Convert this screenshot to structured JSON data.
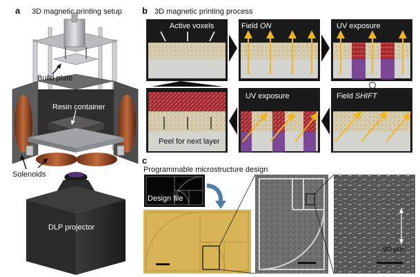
{
  "panels": {
    "a": {
      "letter": "a",
      "title": "3D magnetic printing setup",
      "build_plate": "Build plate",
      "resin_container": "Resin container",
      "solenoids": "Solenoids",
      "dlp_projector": "DLP projector"
    },
    "b": {
      "letter": "b",
      "title": "3D magnetic printing process",
      "active_voxels": "Active voxels",
      "field": "Field ",
      "on": "ON",
      "uv_exposure_1": "UV exposure",
      "uv_exposure_2": "UV exposure",
      "shift": "SHIFT",
      "peel": "Peel for next layer"
    },
    "c": {
      "letter": "c",
      "title": "Programmable microstructure design",
      "design_file": "Design file",
      "scale_label": "90 μm"
    }
  },
  "colors": {
    "resin_red": "#a8262c",
    "voxel_beige": "#d9ceb0",
    "uv_purple": "#6a2f8a",
    "field_arrow": "#f2b51c",
    "print_yellow": "#d8b457",
    "flow_arrow": "#4f7fa6"
  }
}
